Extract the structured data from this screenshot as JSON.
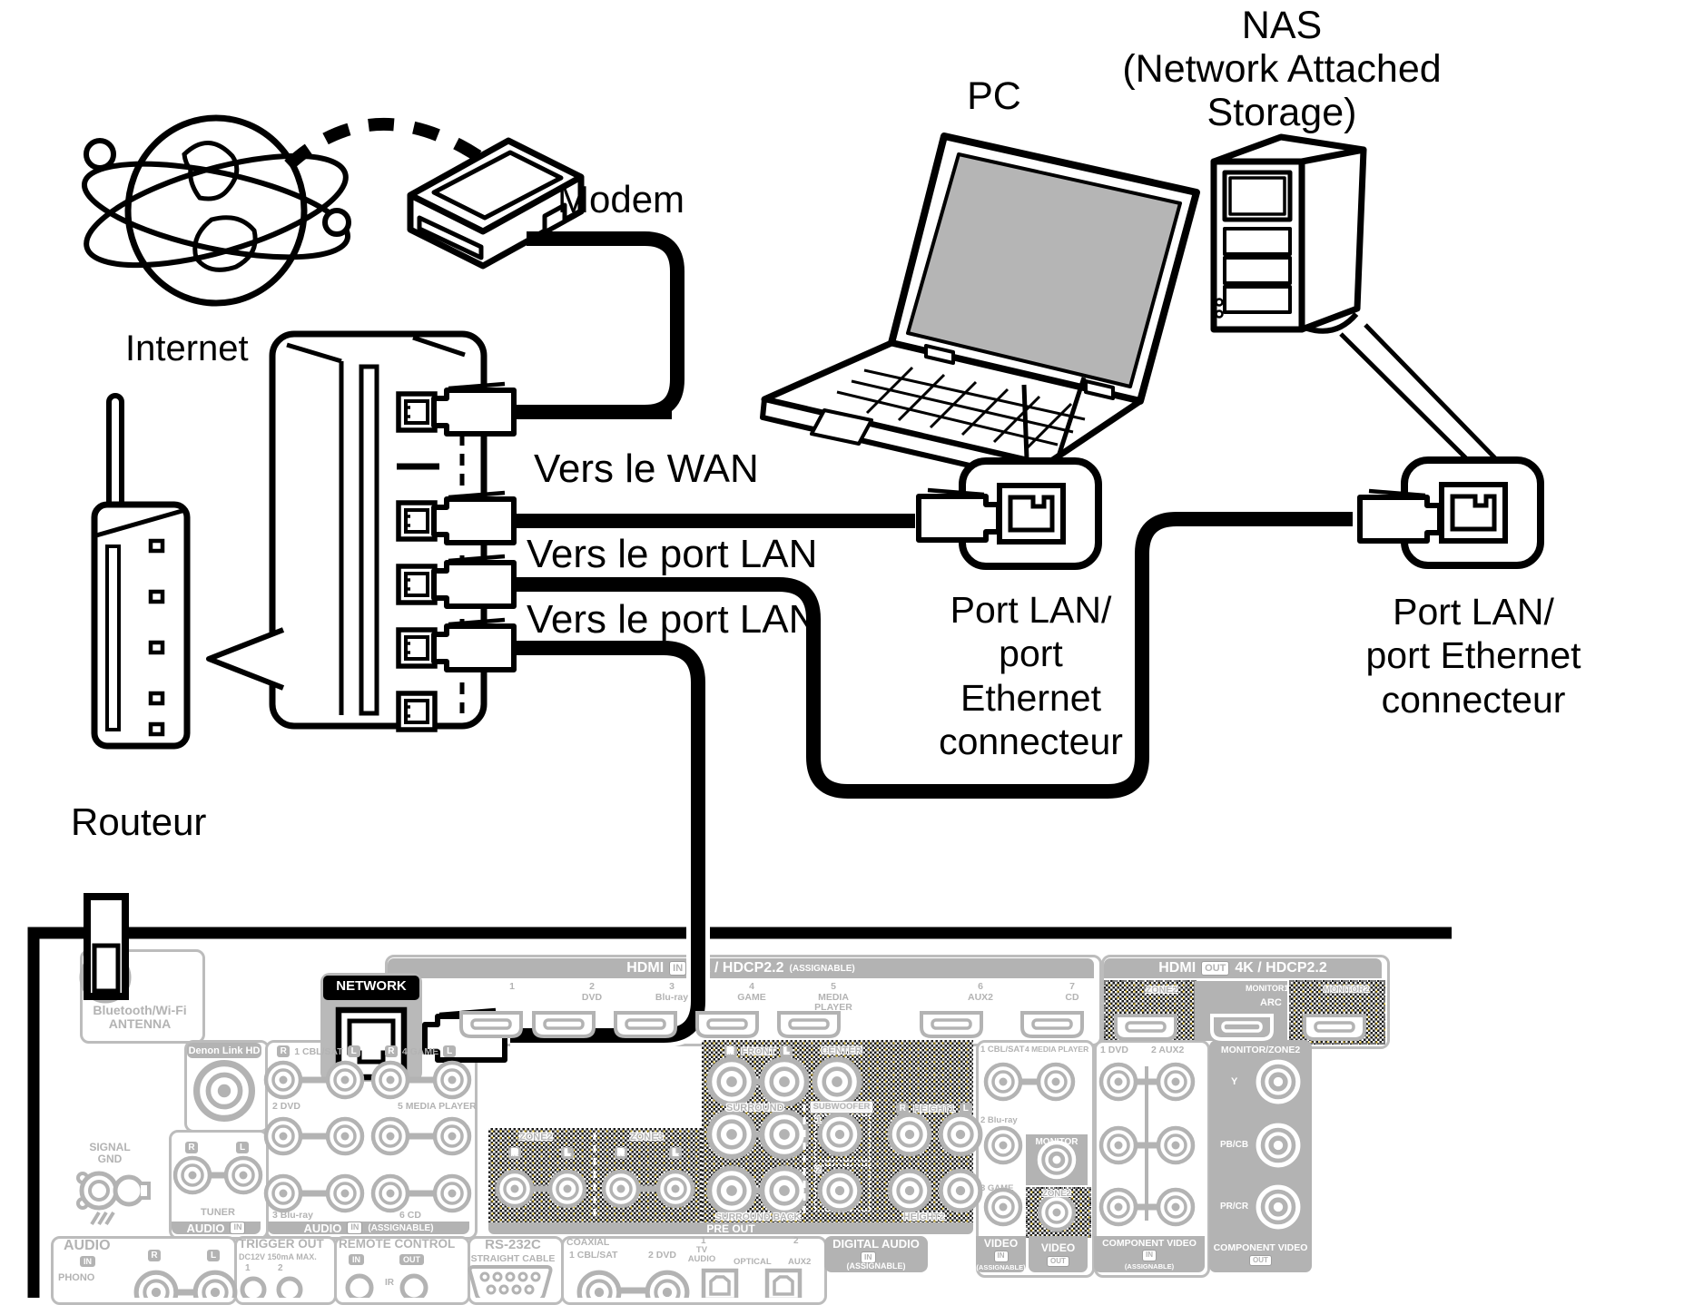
{
  "diagram": {
    "internet": "Internet",
    "modem": "Modem",
    "routeur": "Routeur",
    "pc": "PC",
    "nas": "NAS\n(Network Attached\nStorage)",
    "wan": "Vers le WAN",
    "lan1": "Vers le port LAN",
    "lan2": "Vers le port LAN",
    "pc_port": "Port LAN/\nport Ethernet\nconnecteur",
    "nas_port": "Port LAN/\nport Ethernet\nconnecteur"
  },
  "receiver": {
    "network": "NETWORK",
    "antenna": "Bluetooth/Wi-Fi\nANTENNA",
    "denon": "Denon Link HD",
    "gnd": "SIGNAL\nGND",
    "hdmi_in": {
      "hdmi": "HDMI",
      "badge": "IN",
      "spec": "4K / HDCP2.2",
      "assign": "(ASSIGNABLE)",
      "i1": "1",
      "i2": "2\nDVD",
      "i3": "3\nBlu-ray",
      "i4": "4\nGAME",
      "i5": "5\nMEDIA\nPLAYER",
      "i6": "6\nAUX2",
      "i7": "7\nCD"
    },
    "hdmi_out": {
      "hdmi": "HDMI",
      "badge": "OUT",
      "spec": "4K / HDCP2.2",
      "zone2": "ZONE2",
      "mon1": "MONITOR1",
      "arc": "ARC",
      "mon2": "MONITOR2"
    },
    "analog": {
      "r": "R",
      "l": "L",
      "a1": "1 CBL/SAT",
      "a4": "4 GAME",
      "a2": "2 DVD",
      "a5": "5 MEDIA PLAYER",
      "a3": "3 Blu-ray",
      "a6": "6 CD",
      "bar": "AUDIO",
      "in": "IN",
      "assign": "(ASSIGNABLE)"
    },
    "tuner": {
      "name": "TUNER",
      "bar": "AUDIO",
      "in": "IN"
    },
    "pre": {
      "zone2": "ZONE2",
      "zone3": "ZONE3",
      "front": "FRONT",
      "center": "CENTER",
      "surround": "SURROUND",
      "sub": "SUBWOOFER",
      "n1": "1",
      "n2": "2",
      "h1": "HEIGHT1",
      "h2": "HEIGHT2",
      "sback": "SURROUND BACK",
      "bar": "PRE OUT"
    },
    "video": {
      "v1": "1 CBL/SAT",
      "v4": "4 MEDIA PLAYER",
      "v2": "2 Blu-ray",
      "mon": "MONITOR",
      "v3": "3 GAME",
      "zone2": "ZONE2",
      "vid": "VIDEO",
      "in": "IN",
      "out": "OUT",
      "assign": "(ASSIGNABLE)"
    },
    "comp": {
      "c1": "1 DVD",
      "c2": "2 AUX2",
      "name": "COMPONENT VIDEO",
      "in": "IN",
      "out": "OUT",
      "assign": "(ASSIGNABLE)",
      "mz": "MONITOR/ZONE2",
      "y": "Y",
      "pb": "PB/CB",
      "pr": "PR/CR"
    },
    "bot": {
      "audio": "AUDIO",
      "in": "IN",
      "phono": "PHONO",
      "r": "R",
      "l": "L",
      "trig": "TRIGGER OUT",
      "trig2": "DC12V 150mA MAX.",
      "n1": "1",
      "n2": "2",
      "remote": "REMOTE CONTROL",
      "out": "OUT",
      "ir": "IR",
      "rs": "RS-232C",
      "rs2": "STRAIGHT CABLE",
      "coax": "COAXIAL",
      "cc1": "1 CBL/SAT",
      "cc2": "2 DVD",
      "tvn": "1",
      "tv": "TV\nAUDIO",
      "opt": "OPTICAL",
      "auxn": "2",
      "aux": "AUX2",
      "dig": "DIGITAL AUDIO",
      "assign": "(ASSIGNABLE)"
    }
  }
}
